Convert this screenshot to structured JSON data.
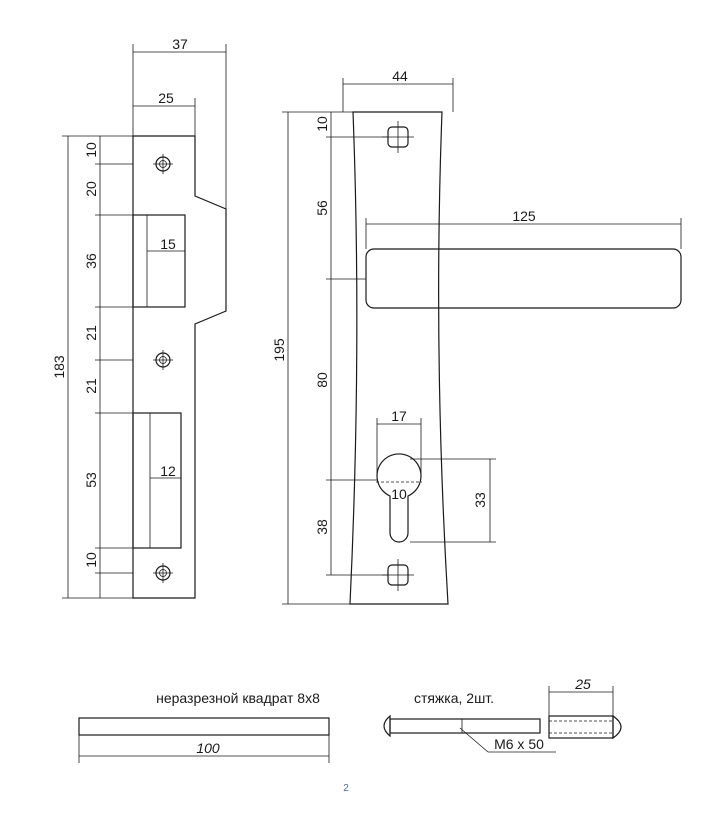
{
  "strike_plate": {
    "width_total": "37",
    "width_inner": "25",
    "height_total": "183",
    "seg_1": "10",
    "seg_2": "20",
    "seg_3": "36",
    "seg_4": "21",
    "seg_5": "21",
    "seg_6": "53",
    "seg_7": "10",
    "slot_1_width": "15",
    "slot_2_width": "12"
  },
  "handle_plate": {
    "width": "44",
    "height_total": "195",
    "seg_top": "10",
    "seg_handle": "56",
    "seg_mid": "80",
    "seg_bottom": "38",
    "lever_length": "125",
    "cylinder_width": "17",
    "cylinder_slot": "10",
    "cylinder_height": "33"
  },
  "accessories": {
    "spindle_label": "неразрезной квадрат 8х8",
    "spindle_length": "100",
    "screw_label": "стяжка, 2шт.",
    "screw_size": "M6 x 50",
    "screw_thread": "25"
  },
  "page_number": "2"
}
